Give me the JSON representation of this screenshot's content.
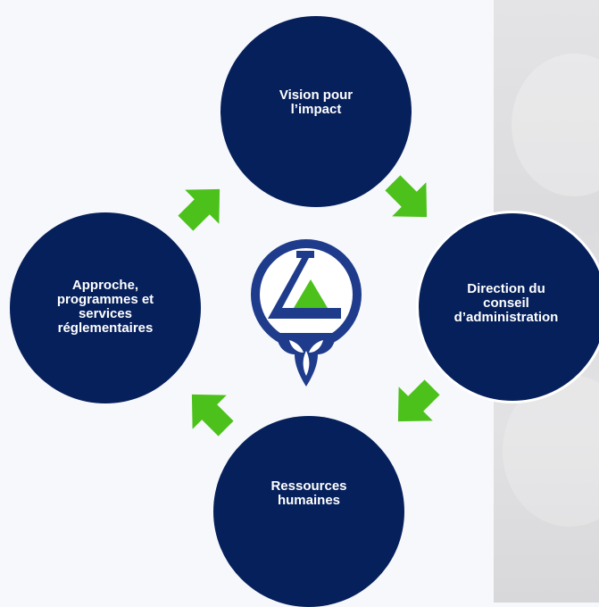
{
  "cycle": {
    "nodes": [
      {
        "label": "Vision pour\nl’impact"
      },
      {
        "label": "Direction du\nconseil\nd’administration"
      },
      {
        "label": "Ressources\nhumaines"
      },
      {
        "label": "Approche,\nprogrammes et\nservices\nréglementaires"
      }
    ]
  },
  "colors": {
    "node": "#06205c",
    "arrow": "#4cc11c",
    "logo_primary": "#1f3c8c",
    "logo_accent": "#4cc11c",
    "side_panel": "#e0e0e2"
  },
  "icons": {
    "center": "regulator-logo-icon",
    "arrow": "arrow-icon"
  }
}
